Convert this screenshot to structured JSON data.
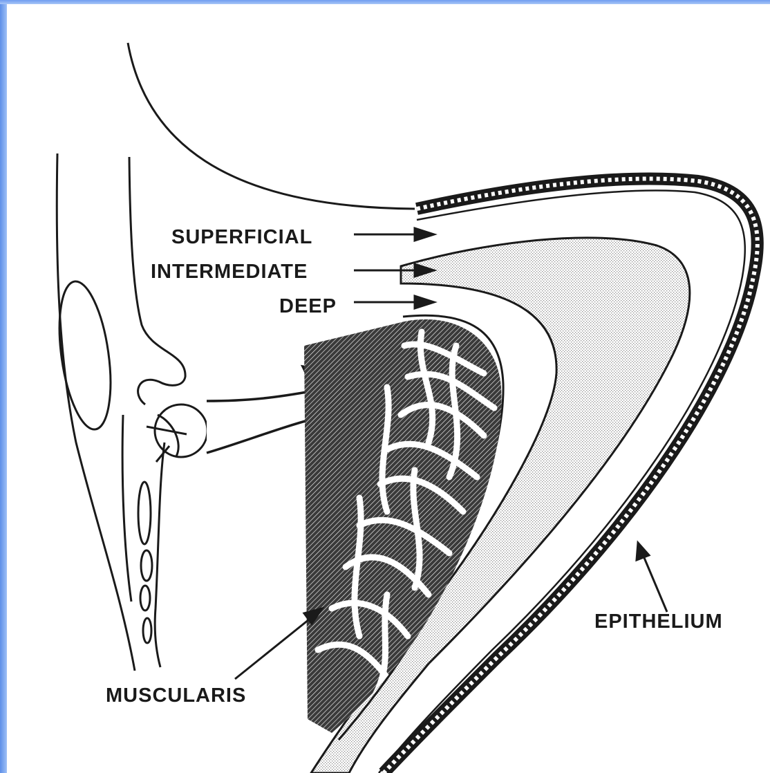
{
  "labels": {
    "superficial": "SUPERFICIAL",
    "intermediate": "INTERMEDIATE",
    "deep": "DEEP",
    "muscularis": "MUSCULARIS",
    "epithelium": "EPITHELIUM"
  },
  "colors": {
    "frame": "#7aa6f2",
    "ink": "#1a1a1a",
    "stipple": "#bdbdbd",
    "paper": "#ffffff"
  }
}
